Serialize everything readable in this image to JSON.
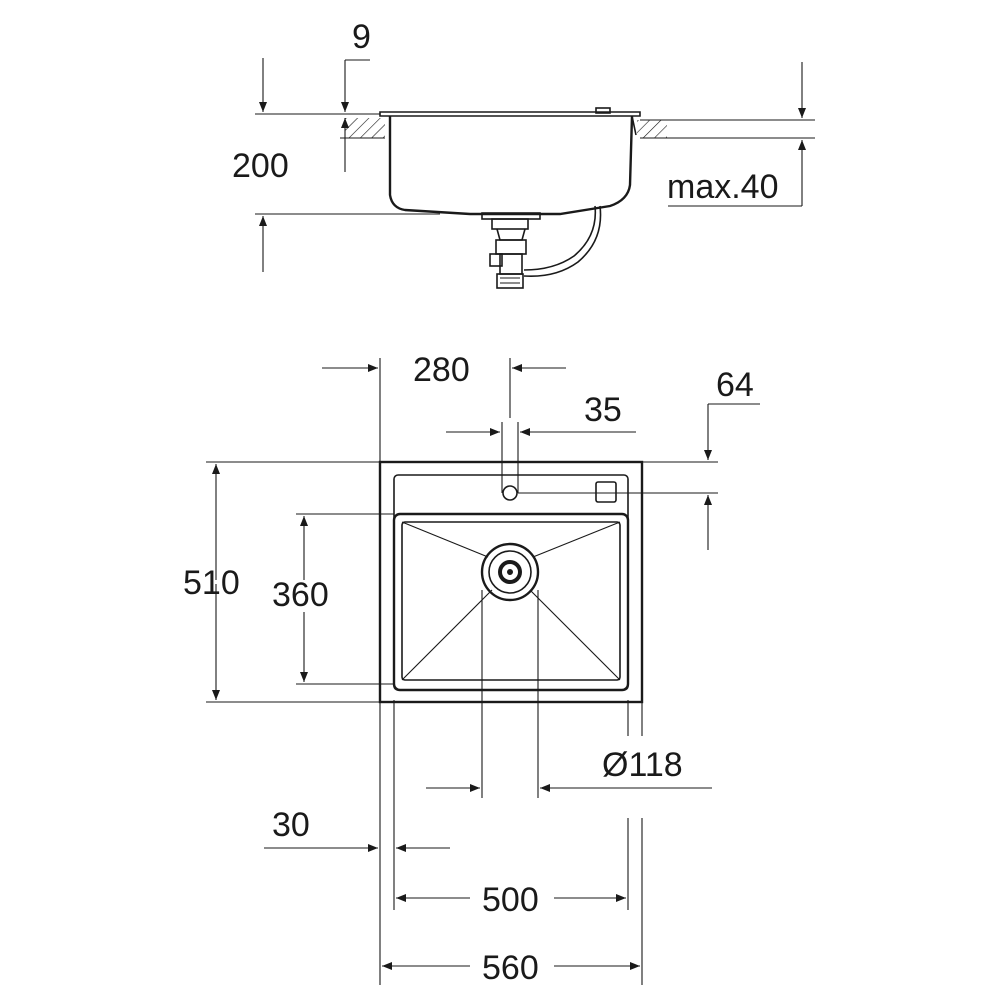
{
  "drawing": {
    "side_view": {
      "labels": {
        "flange_thickness": "9",
        "depth": "200",
        "worktop_max": "max.40"
      }
    },
    "top_view": {
      "labels": {
        "tap_hole_offset": "280",
        "tap_hole_dia": "35",
        "tap_hole_from_back": "64",
        "overall_depth": "510",
        "bowl_depth": "360",
        "waste_dia": "Ø118",
        "rim_width": "30",
        "bowl_width": "500",
        "overall_width": "560"
      }
    }
  }
}
